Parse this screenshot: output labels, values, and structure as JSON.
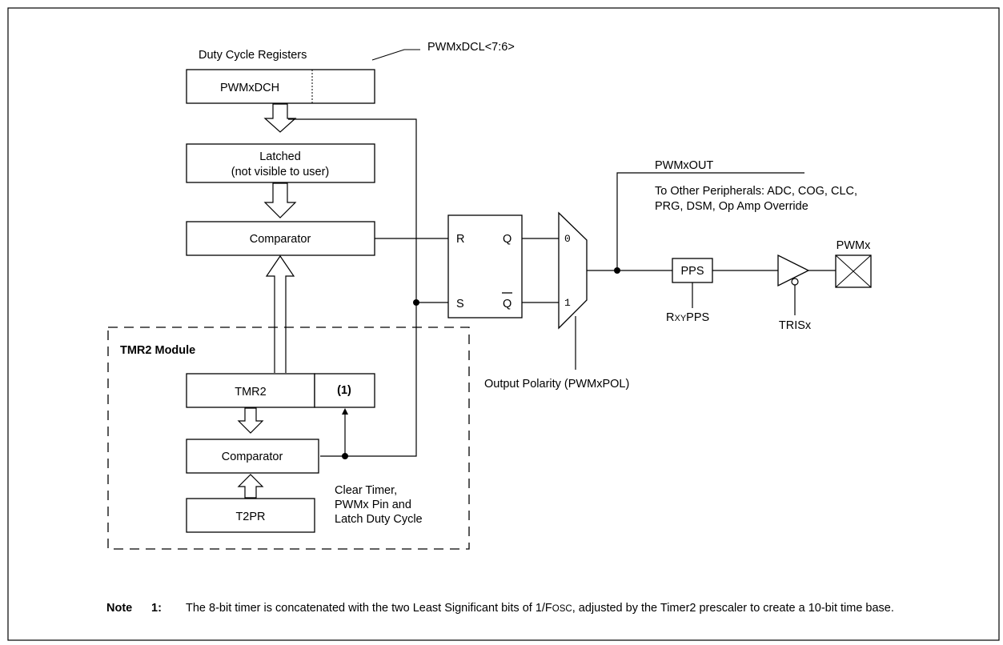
{
  "labels": {
    "duty_cycle_registers": "Duty Cycle Registers",
    "pwmxdcl": "PWMxDCL<7:6>",
    "pwmxdch": "PWMxDCH",
    "latched_line1": "Latched",
    "latched_line2": "(not visible to user)",
    "comparator_top": "Comparator",
    "sr_r": "R",
    "sr_s": "S",
    "sr_q": "Q",
    "sr_qbar": "Q",
    "mux_in0": "0",
    "mux_in1": "1",
    "pwmxout": "PWMxOUT",
    "peripherals_line1": "To Other Peripherals: ADC, COG, CLC,",
    "peripherals_line2": "PRG, DSM, Op Amp Override",
    "pps": "PPS",
    "rxypps_r": "R",
    "rxypps_xy": "XY",
    "rxypps_pps": "PPS",
    "trisx": "TRISx",
    "pwmx": "PWMx",
    "output_polarity": "Output Polarity (PWMxPOL)",
    "tmr2_module": "TMR2 Module",
    "tmr2": "TMR2",
    "note_ref": "(1)",
    "comparator_bottom": "Comparator",
    "t2pr": "T2PR",
    "clear_line1": "Clear Timer,",
    "clear_line2": "PWMx Pin and",
    "clear_line3": "Latch Duty Cycle"
  },
  "note": {
    "label": "Note",
    "number": "1:",
    "text_part1": "The 8-bit timer is concatenated with the two Least Significant bits of 1/F",
    "text_osc": "OSC",
    "text_part2": ", adjusted by the Timer2 prescaler to create a 10-bit time base."
  }
}
